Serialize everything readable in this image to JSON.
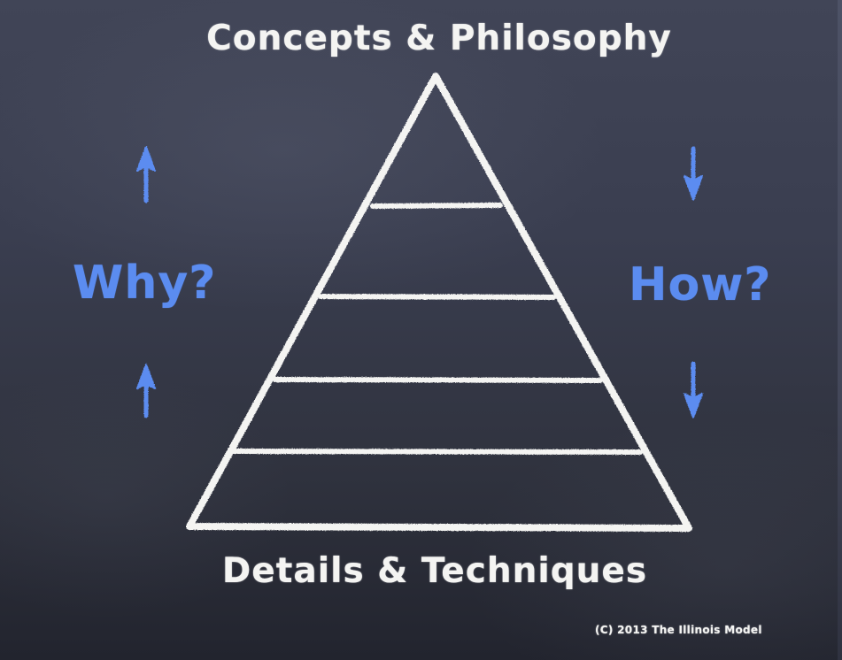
{
  "diagram": {
    "top_label": "Concepts & Philosophy",
    "bottom_label": "Details & Techniques",
    "left_label": "Why?",
    "right_label": "How?",
    "left_arrows": [
      "up",
      "up"
    ],
    "right_arrows": [
      "down",
      "down"
    ],
    "pyramid": {
      "tiers": 5,
      "apex": [
        492,
        85
      ],
      "base_left": [
        213,
        596
      ],
      "base_right": [
        778,
        598
      ],
      "tier_lines_y": [
        233,
        335,
        429,
        510
      ]
    },
    "copyright": "(C) 2013 The Illinois Model"
  },
  "colors": {
    "chalk_white": "#f4f4f2",
    "chalk_blue": "#5b8cf0",
    "board_top": "#414557",
    "board_bottom": "#22242e"
  }
}
